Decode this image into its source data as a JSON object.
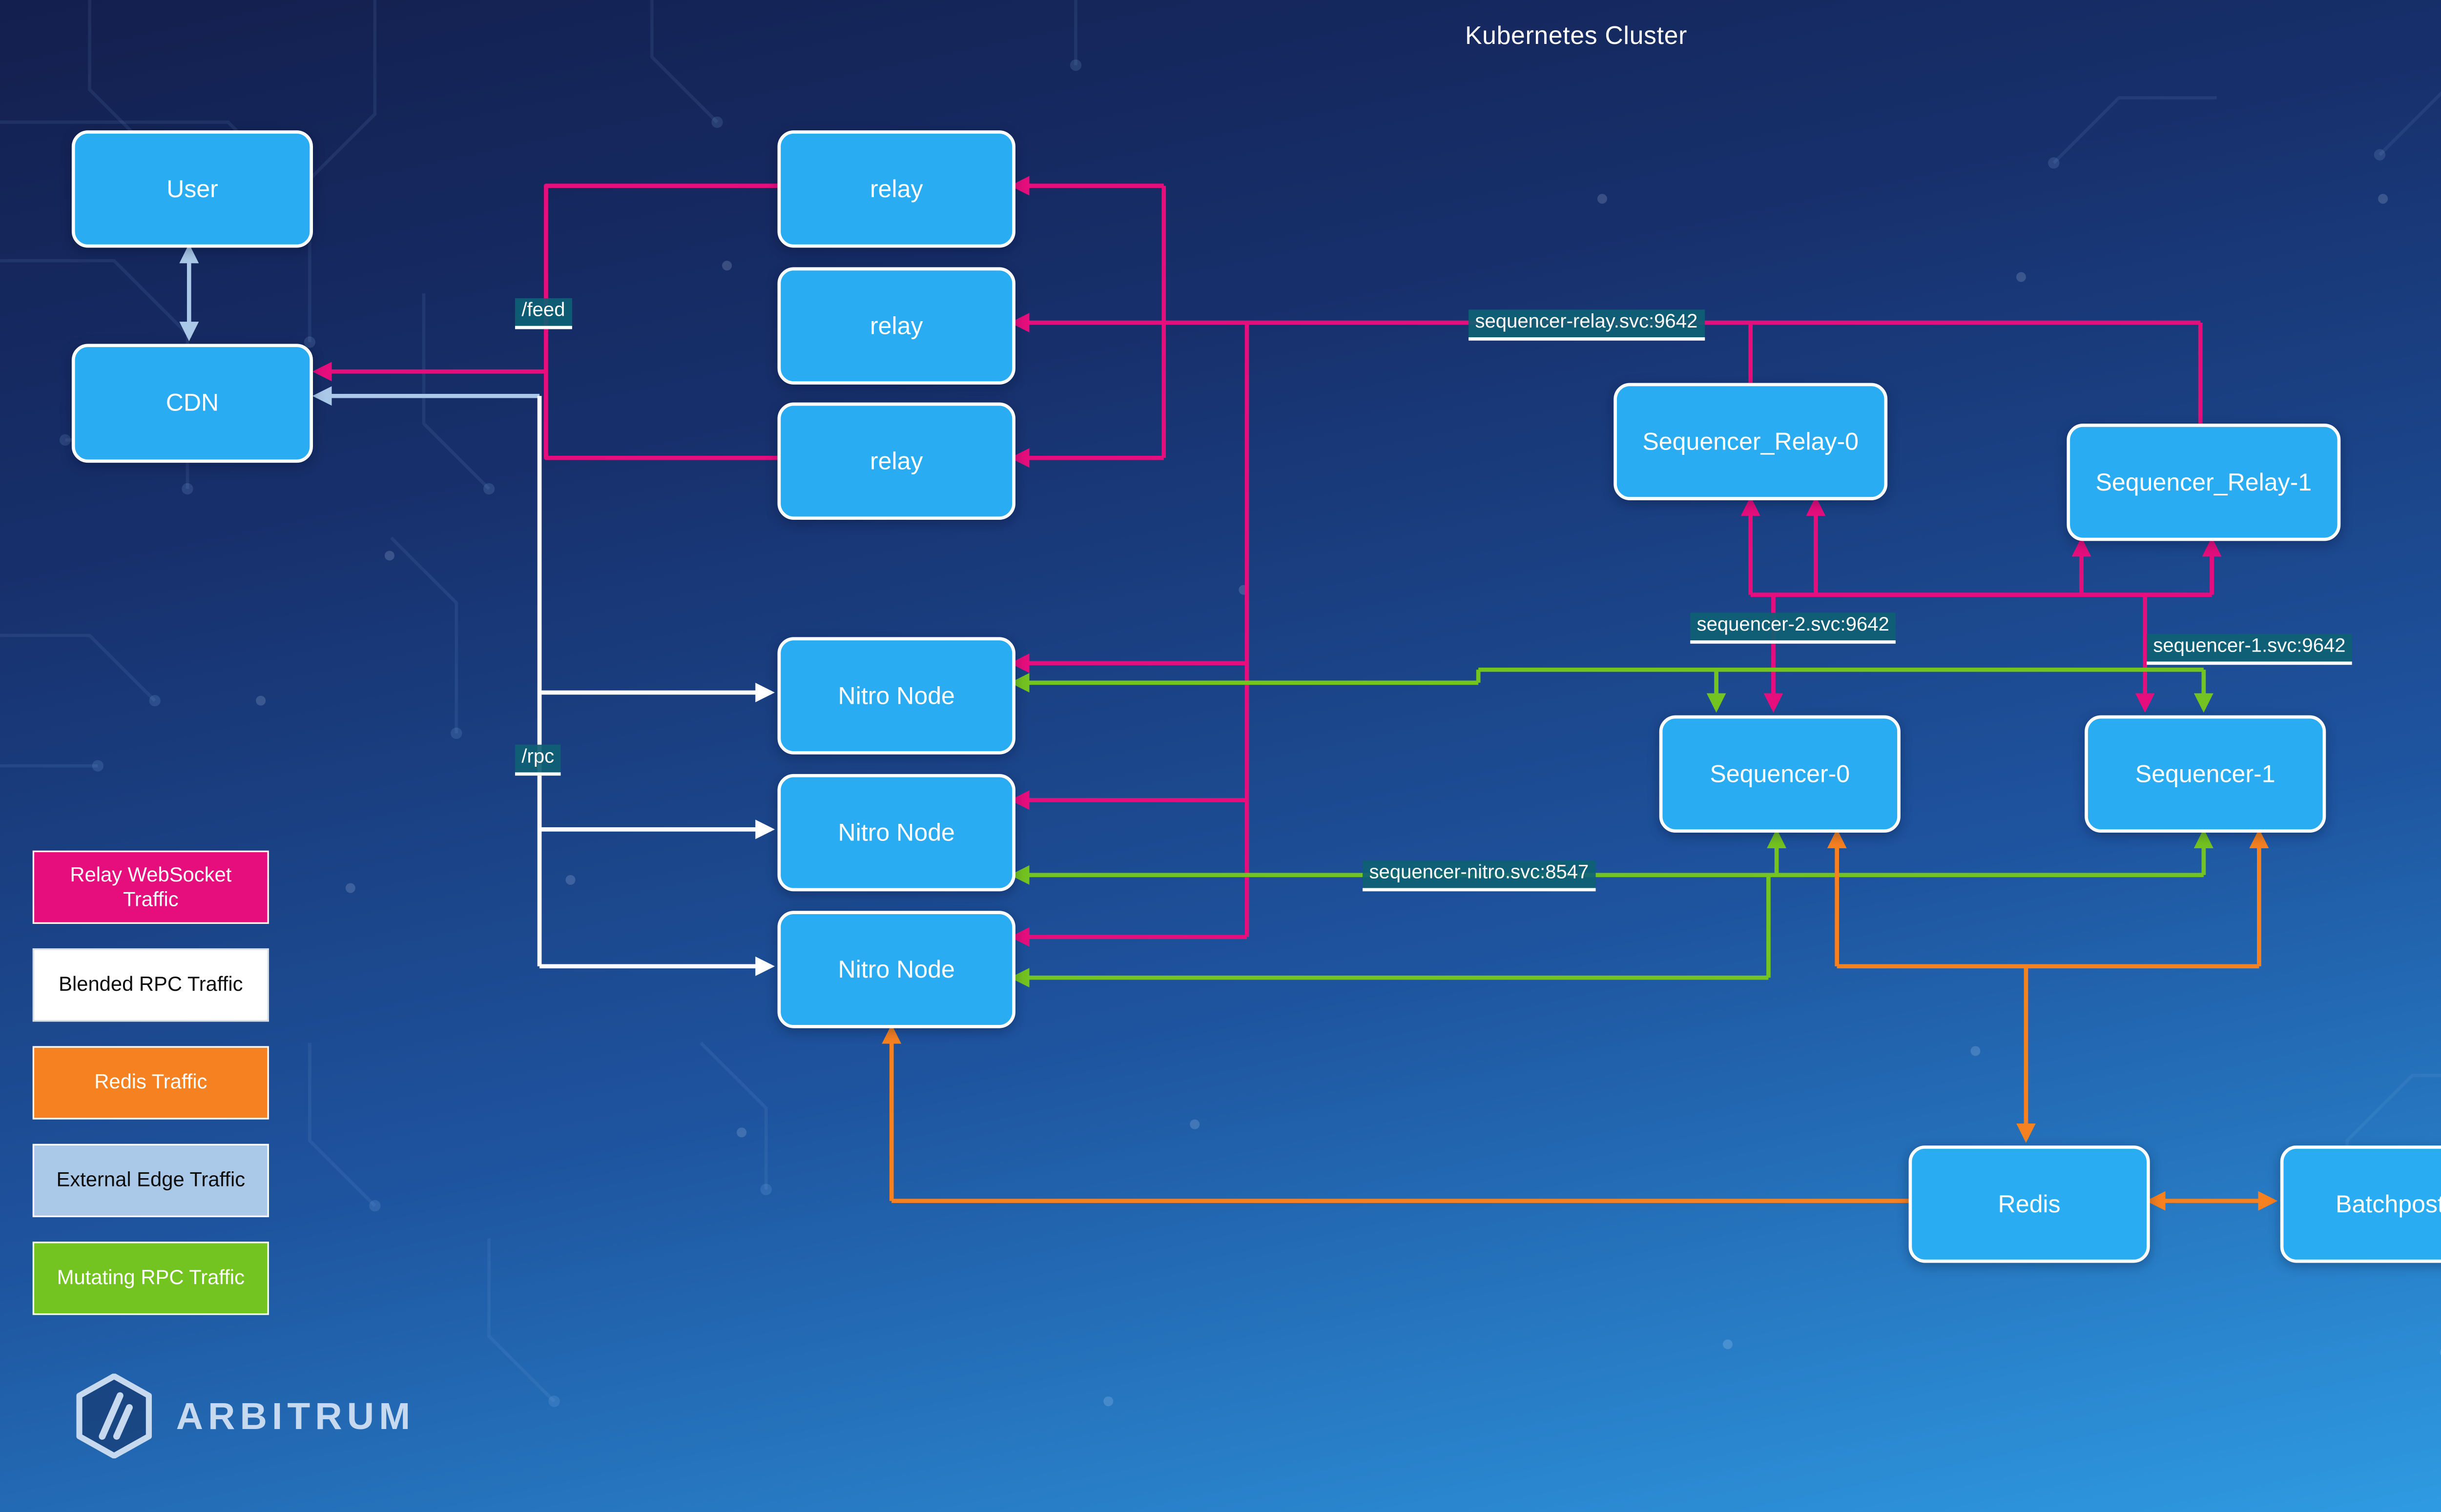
{
  "title": "Kubernetes Cluster",
  "nodes": {
    "user": "User",
    "cdn": "CDN",
    "relay_1": "relay",
    "relay_2": "relay",
    "relay_3": "relay",
    "nitro_1": "Nitro Node",
    "nitro_2": "Nitro Node",
    "nitro_3": "Nitro Node",
    "sequencer_relay_0": "Sequencer_Relay-0",
    "sequencer_relay_1": "Sequencer_Relay-1",
    "sequencer_0": "Sequencer-0",
    "sequencer_1": "Sequencer-1",
    "redis": "Redis",
    "batchposter": "Batchposter"
  },
  "edge_labels": {
    "feed": "/feed",
    "rpc": "/rpc",
    "sequencer_relay": "sequencer-relay.svc:9642",
    "sequencer_2": "sequencer-2.svc:9642",
    "sequencer_1": "sequencer-1.svc:9642",
    "sequencer_nitro": "sequencer-nitro.svc:8547"
  },
  "legend": {
    "items": [
      {
        "label": "Relay WebSocket Traffic",
        "color": "#e60e7d",
        "text_color": "#ffffff"
      },
      {
        "label": "Blended RPC Traffic",
        "color": "#ffffff",
        "text_color": "#0c0c0c"
      },
      {
        "label": "Redis Traffic",
        "color": "#f68121",
        "text_color": "#ffffff"
      },
      {
        "label": "External Edge Traffic",
        "color": "#aac8e8",
        "text_color": "#0c0c0c"
      },
      {
        "label": "Mutating RPC Traffic",
        "color": "#74c421",
        "text_color": "#ffffff"
      }
    ]
  },
  "edges": [
    {
      "from": "User",
      "to": "CDN",
      "traffic": "External Edge Traffic",
      "bidirectional": true
    },
    {
      "from": "relay",
      "to": "CDN",
      "traffic": "Relay WebSocket Traffic",
      "label": "/feed"
    },
    {
      "from": "CDN",
      "to": "Nitro Node",
      "traffic": "Blended RPC Traffic",
      "label": "/rpc"
    },
    {
      "from": "Sequencer_Relay-0 / Sequencer_Relay-1",
      "to": "relay",
      "traffic": "Relay WebSocket Traffic",
      "label": "sequencer-relay.svc:9642"
    },
    {
      "from": "Sequencer_Relay-0 / Sequencer_Relay-1",
      "to": "Nitro Node",
      "traffic": "Relay WebSocket Traffic",
      "label": "sequencer-relay.svc:9642"
    },
    {
      "from": "Sequencer_Relay-0 / Sequencer_Relay-1",
      "to": "Sequencer-0",
      "traffic": "Relay WebSocket Traffic",
      "label": "sequencer-2.svc:9642"
    },
    {
      "from": "Sequencer_Relay-0 / Sequencer_Relay-1",
      "to": "Sequencer-1",
      "traffic": "Relay WebSocket Traffic",
      "label": "sequencer-1.svc:9642"
    },
    {
      "from": "Nitro Node",
      "to": "Sequencer-0 / Sequencer-1",
      "traffic": "Mutating RPC Traffic",
      "label": "sequencer-nitro.svc:8547"
    },
    {
      "from": "Sequencer-0 / Sequencer-1",
      "to": "Redis",
      "traffic": "Redis Traffic"
    },
    {
      "from": "Nitro Node",
      "to": "Redis",
      "traffic": "Redis Traffic"
    },
    {
      "from": "Redis",
      "to": "Batchposter",
      "traffic": "Redis Traffic",
      "bidirectional": true
    }
  ],
  "brand": {
    "wordmark": "ARBITRUM"
  },
  "colors": {
    "relay_websocket": "#e60e7d",
    "blended_rpc": "#ffffff",
    "redis_traffic": "#f68121",
    "external_edge": "#aac8e8",
    "mutating_rpc": "#74c421",
    "node_fill": "#2aacf2",
    "edge_label_bg": "#0e6174"
  }
}
